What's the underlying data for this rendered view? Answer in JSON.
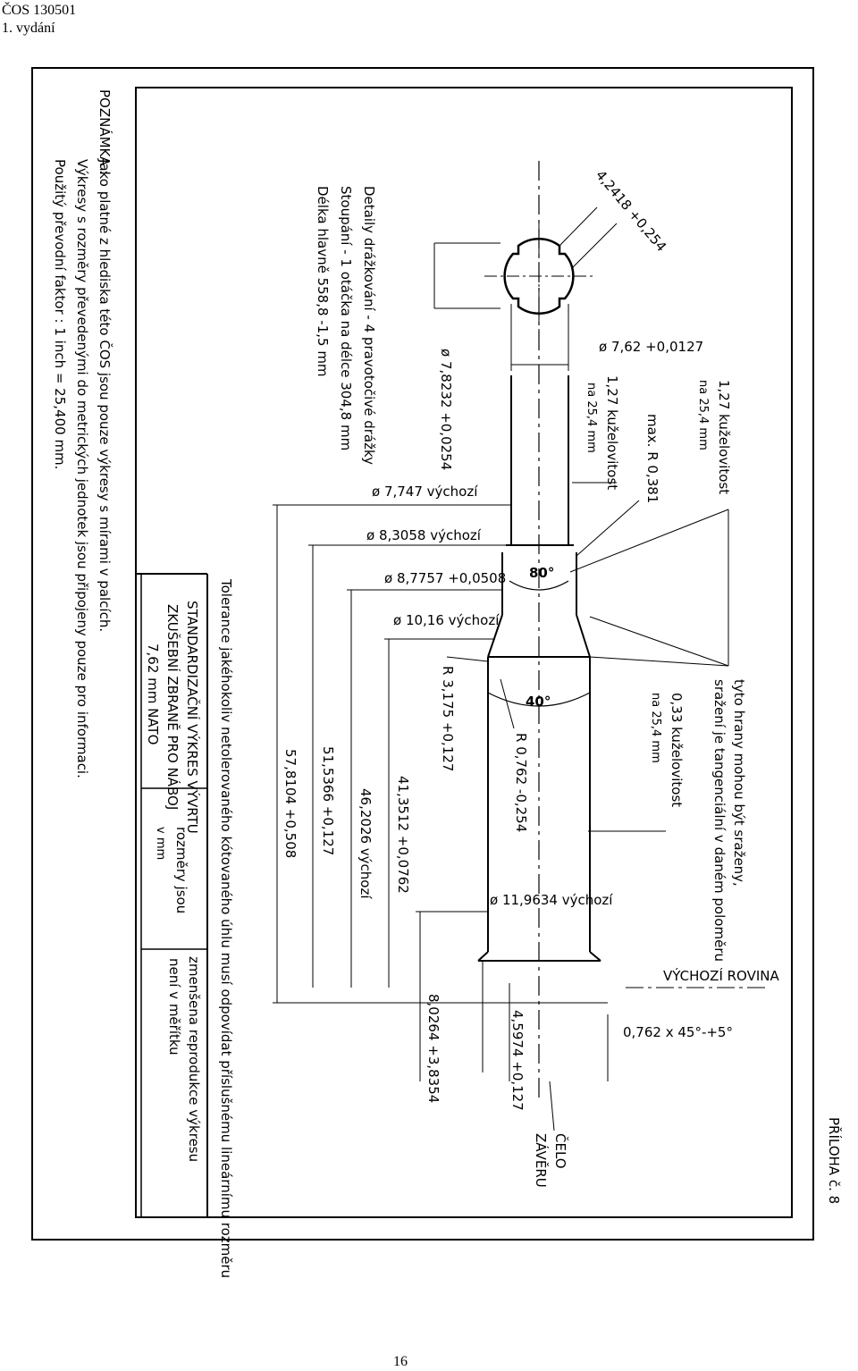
{
  "header": {
    "standard": "ČOS 130501",
    "edition": "1. vydání"
  },
  "appendix_label": "PŘÍLOHA č. 8",
  "notes": {
    "label": "POZNÁMKA :",
    "line1": "Jako platné z hlediska této ČOS jsou pouze výkresy s mírami v palcích.",
    "line2": "Výkresy s rozměry převedenými do metrických jednotek jsou připojeny pouze pro informaci.",
    "line3": "Použitý převodní faktor : 1 inch = 25,400 mm."
  },
  "rifling": {
    "line1": "Detaily drážkování - 4 pravotočivé drážky",
    "line2": "Stoupání - 1 otáčka na délce 304,8 mm",
    "line3": "Délka hlavně 558,8 -1,5 mm"
  },
  "dimensions": {
    "groove_width": "4,2418 +0,254",
    "bore_dia": "ø 7,62 +0,0127",
    "groove_dia": "ø 7,8232 +0,0254",
    "taper1": "1,27 kuželovitost",
    "taper1_unit": "na 25,4 mm",
    "taper2": "1,27 kuželovitost",
    "taper2_unit": "na 25,4 mm",
    "max_r": "max. R 0,381",
    "d7747": "ø 7,747 výchozí",
    "d83058": "ø 8,3058 výchozí",
    "d87757": "ø 8,7757 +0,0508",
    "angle80": "80°",
    "d1016": "ø 10,16 výchozí",
    "r3175": "R 3,175 +0,127",
    "angle40": "40°",
    "r0762": "R 0,762 -0,254",
    "taper3": "0,33 kuželovitost",
    "taper3_unit": "na 25,4 mm",
    "edges1": "tyto hrany mohou být sraženy,",
    "edges2": "sražení je tangenciální v daném poloměru",
    "d119634": "ø 11,9634  výchozí",
    "ref_plane": "VÝCHOZÍ ROVINA",
    "chamfer": "0,762 x 45°-+5°",
    "l41": "41,3512 +0,0762",
    "l46": "46,2026 výchozí",
    "l51": "51,5366 +0,127",
    "l57": "57,8104 +0,508",
    "l8": "8,0264 +3,8354",
    "l4": "4,5974 +0,127",
    "bolt_face1": "ČELO",
    "bolt_face2": "ZÁVĚRU",
    "tolerance": "Tolerance jakéhokoliv netolerovaného kótovaného úhlu musí odpovídat příslušnému lineárnímu rozměru"
  },
  "title_block": {
    "title1": "STANDARDIZAČNÍ VÝKRES VÝVRTU",
    "title2": "ZKUŠEBNÍ ZBRANĚ PRO NÁBOJ",
    "title3": "7,62 mm NATO",
    "units1": "rozměry jsou",
    "units2": "v mm",
    "scale1": "zmenšena reprodukce výkresu",
    "scale2": "není v měřítku"
  },
  "page_number": "16"
}
